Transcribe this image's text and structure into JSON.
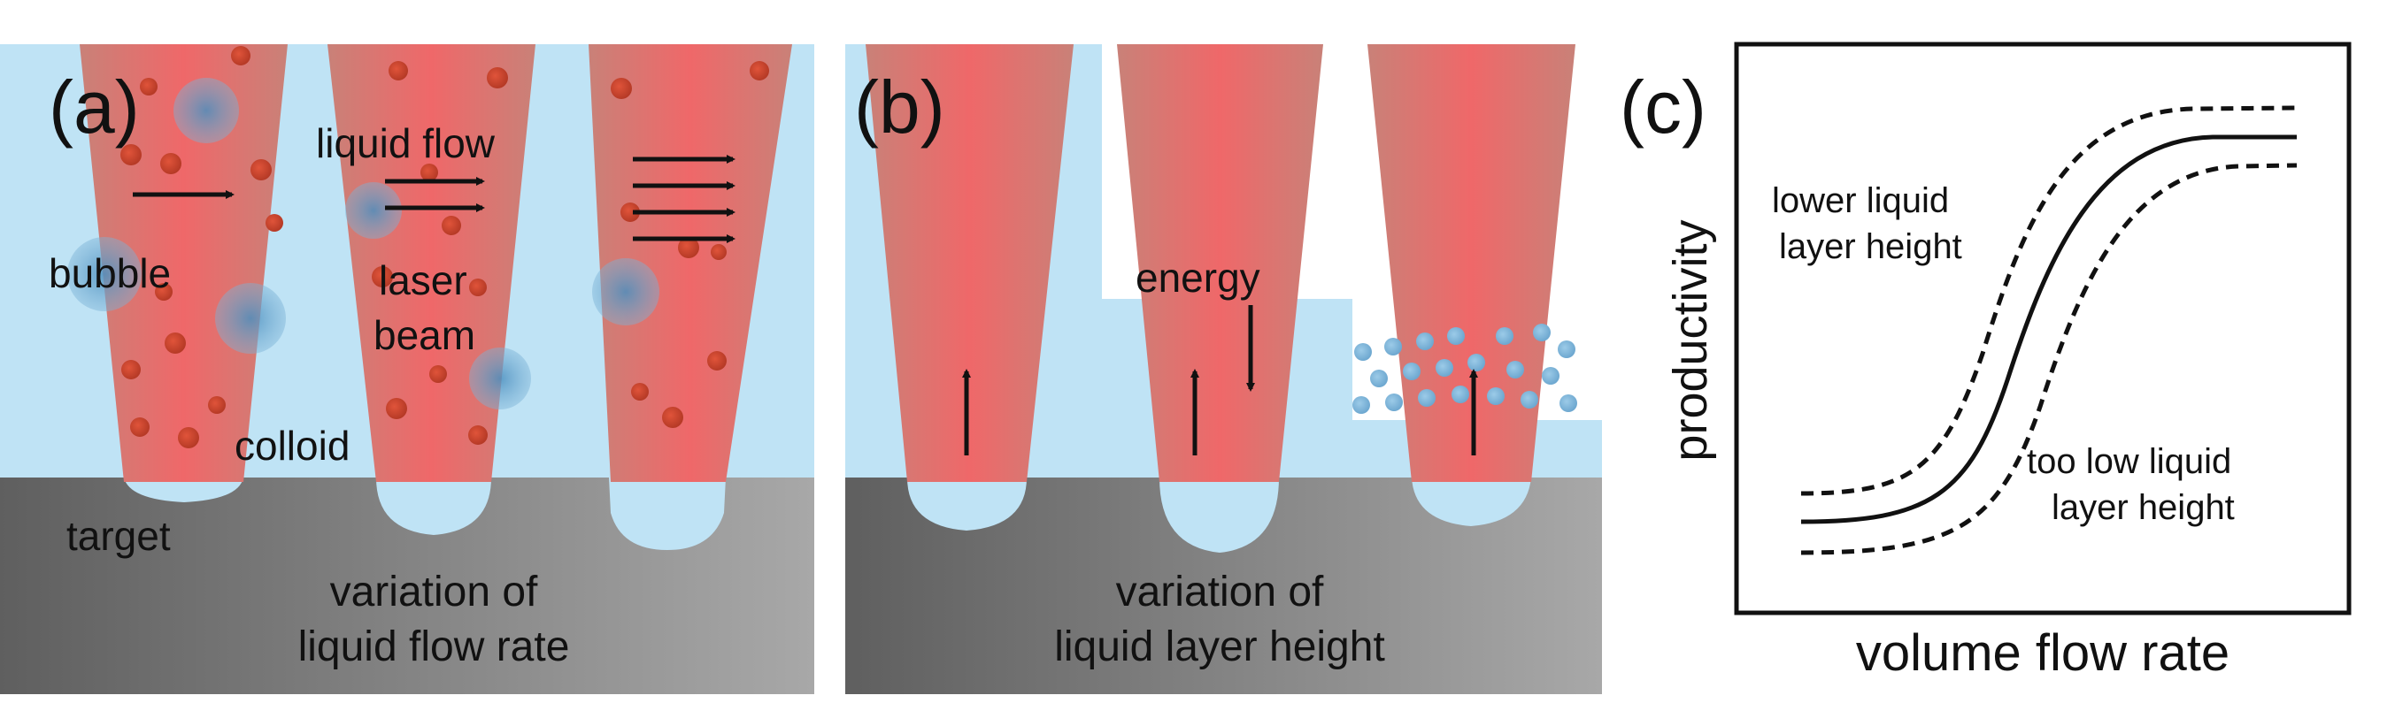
{
  "panel_a": {
    "letter": "(a)",
    "labels": {
      "liquid_flow": "liquid flow",
      "bubble": "bubble",
      "laser": "laser",
      "beam": "beam",
      "colloid": "colloid",
      "target": "target",
      "caption_line1": "variation of",
      "caption_line2": "liquid flow rate"
    }
  },
  "panel_b": {
    "letter": "(b)",
    "labels": {
      "energy": "energy",
      "caption_line1": "variation of",
      "caption_line2": "liquid layer height"
    }
  },
  "panel_c": {
    "letter": "(c)",
    "ylabel": "productivity",
    "xlabel": "volume flow rate",
    "annotation_upper_line1": "lower liquid",
    "annotation_upper_line2": "layer height",
    "annotation_lower_line1": "too low liquid",
    "annotation_lower_line2": "layer height",
    "curves": [
      {
        "style": "dashed",
        "level": "upper"
      },
      {
        "style": "solid",
        "level": "middle"
      },
      {
        "style": "dashed",
        "level": "lower"
      }
    ]
  },
  "colors": {
    "liquid": "#bfe3f5",
    "laser_core": "#ee6a6a",
    "laser_edge": "#d9867f",
    "target_light": "#a9a9a9",
    "target_dark": "#6e6e6e",
    "bubble": "#5b9dc9",
    "colloid": "#c8432a"
  }
}
